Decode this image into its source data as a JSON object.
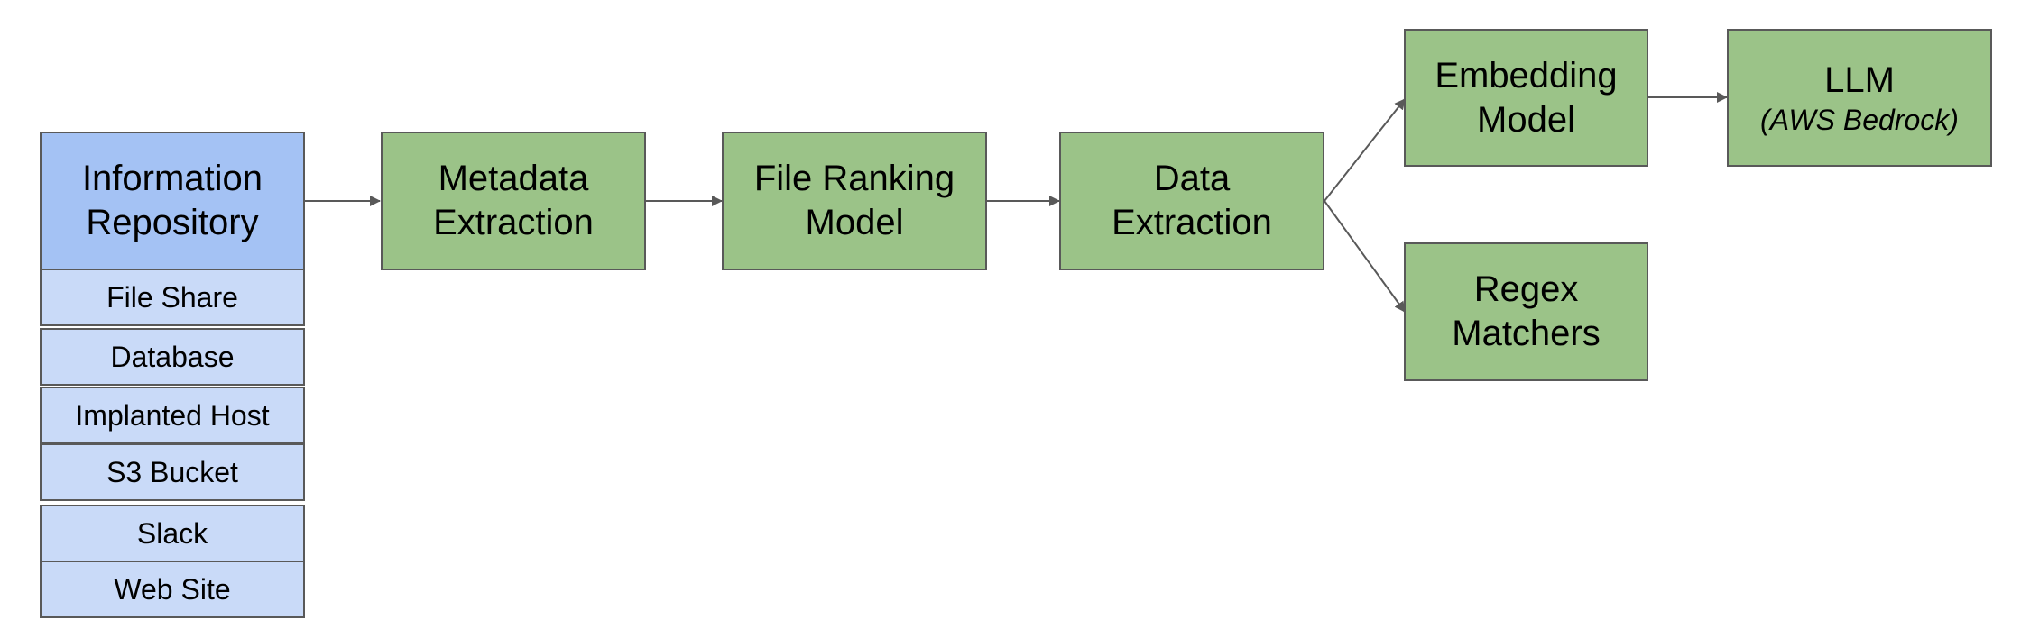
{
  "repository": {
    "title": "Information\nRepository",
    "sources": [
      "File Share",
      "Database",
      "Implanted Host",
      "S3 Bucket",
      "Slack",
      "Web Site"
    ]
  },
  "pipeline": {
    "metadata_extraction": "Metadata\nExtraction",
    "file_ranking_model": "File Ranking\nModel",
    "data_extraction": "Data\nExtraction",
    "embedding_model": "Embedding\nModel",
    "llm": "LLM",
    "llm_provider": "(AWS Bedrock)",
    "regex_matchers": "Regex\nMatchers"
  },
  "colors": {
    "process_box": "#9bc388",
    "repository_header": "#a4c2f4",
    "repository_item": "#c9daf8",
    "border": "#595959",
    "arrow": "#595959"
  }
}
